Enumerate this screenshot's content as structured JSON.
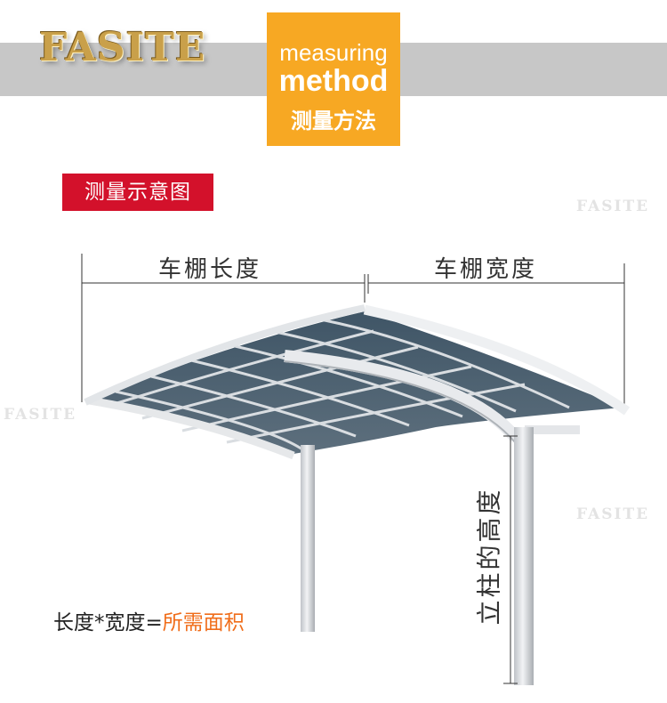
{
  "brand": "FASITE",
  "method": {
    "line1": "measuring",
    "line2": "method",
    "line3": "测量方法",
    "bg_color": "#f7a823"
  },
  "tag": {
    "label": "测量示意图",
    "bg_color": "#d3112b"
  },
  "watermarks": [
    "FASITE",
    "FASITE",
    "FASITE"
  ],
  "dimensions": {
    "length_label": "车棚长度",
    "width_label": "车棚宽度",
    "height_label": "立柱的高度"
  },
  "formula": {
    "left": "长度*宽度=",
    "right": "所需面积",
    "right_color": "#f06d1a"
  }
}
